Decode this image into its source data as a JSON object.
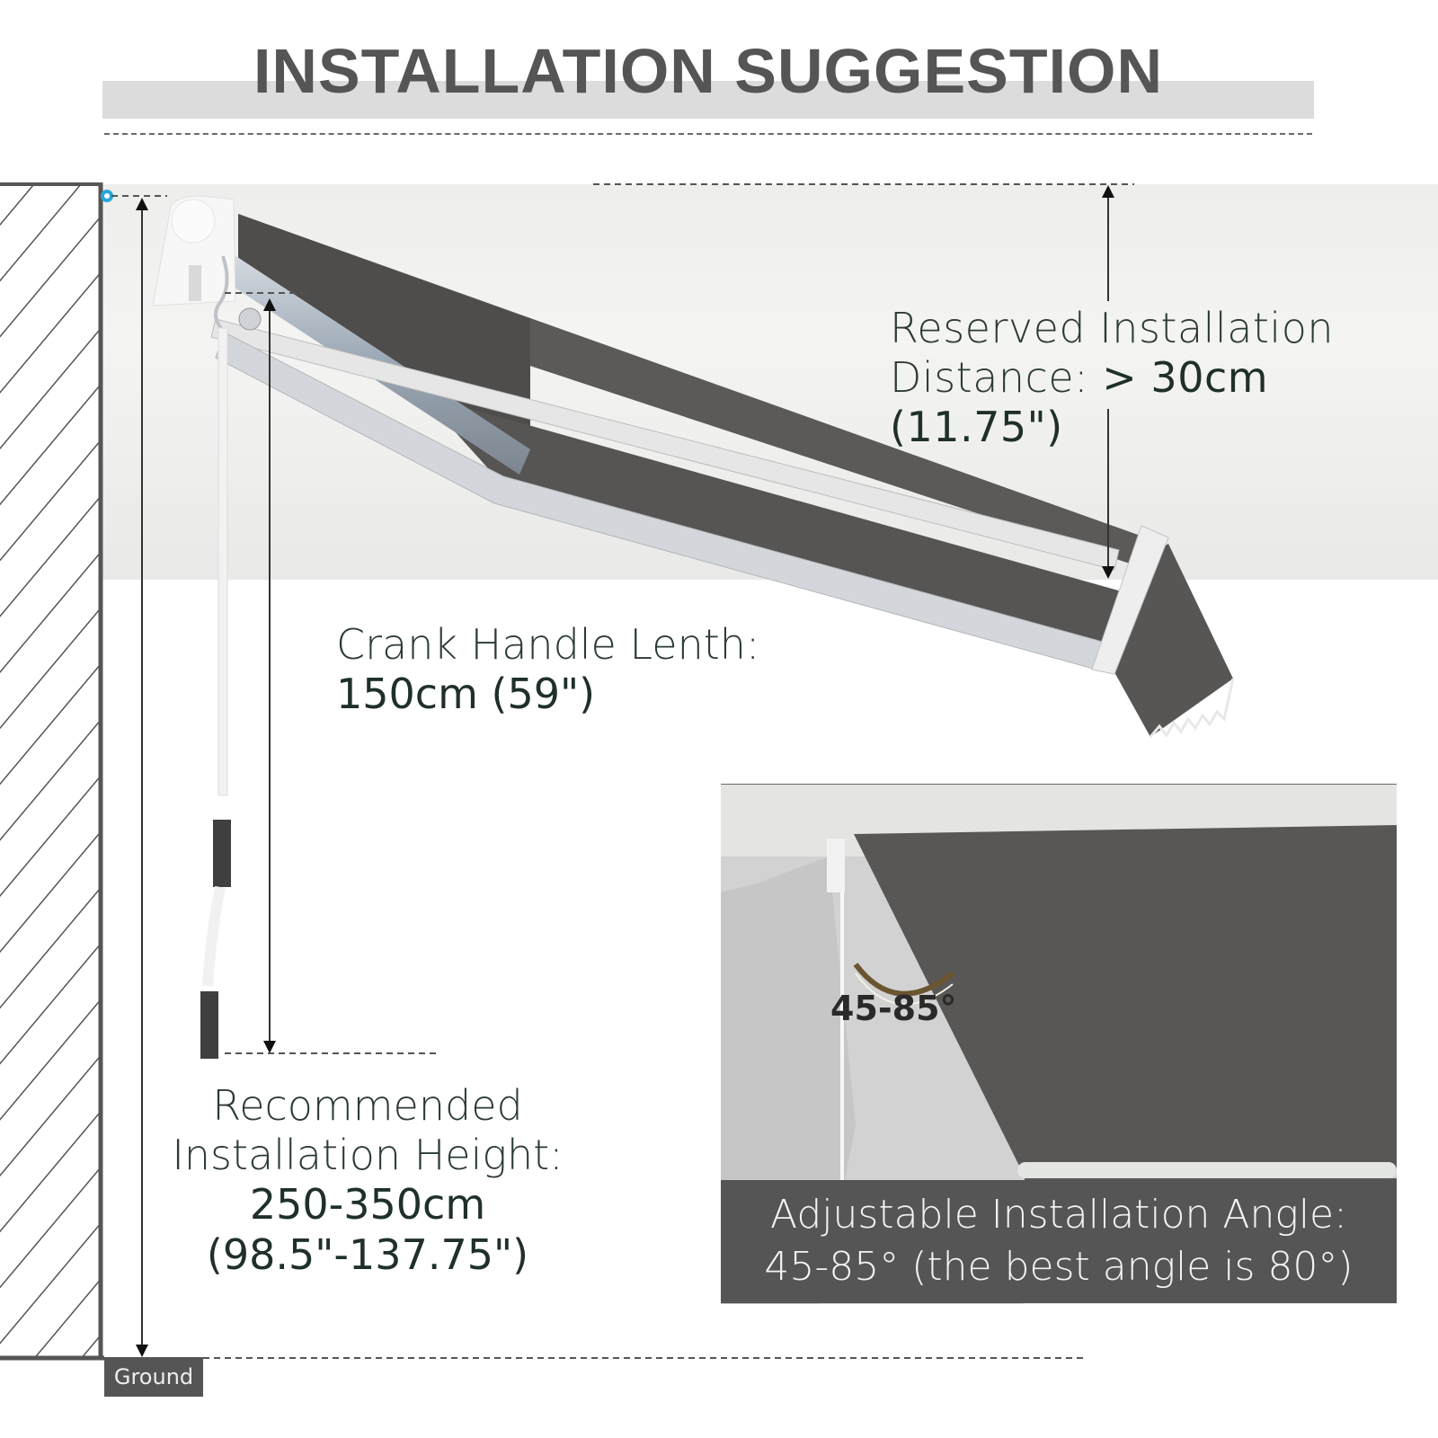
{
  "header": {
    "title": "INSTALLATION SUGGESTION"
  },
  "labels": {
    "reserved_line1": "Reserved Installation",
    "reserved_line2_prefix": "Distance: ",
    "reserved_line2_value": "> 30cm (11.75\")",
    "crank_line1": "Crank Handle Lenth:",
    "crank_line2": "150cm (59\")",
    "height_line1": "Recommended",
    "height_line2": "Installation Height:",
    "height_line3": "250-350cm",
    "height_line4": "(98.5\"-137.75\")",
    "ground": "Ground"
  },
  "inset": {
    "angle_badge": "45-85°",
    "caption_line1": "Adjustable Installation Angle:",
    "caption_line2": "45-85° (the best angle is 80°)"
  },
  "colors": {
    "title_text": "#555555",
    "title_band": "#dcdcdc",
    "awning_fabric": "#5a5856",
    "label_text": "#2b3b33",
    "caption_bg": "#555555",
    "wall_hatch": "#555555",
    "marker_dot": "#29a8d8"
  }
}
